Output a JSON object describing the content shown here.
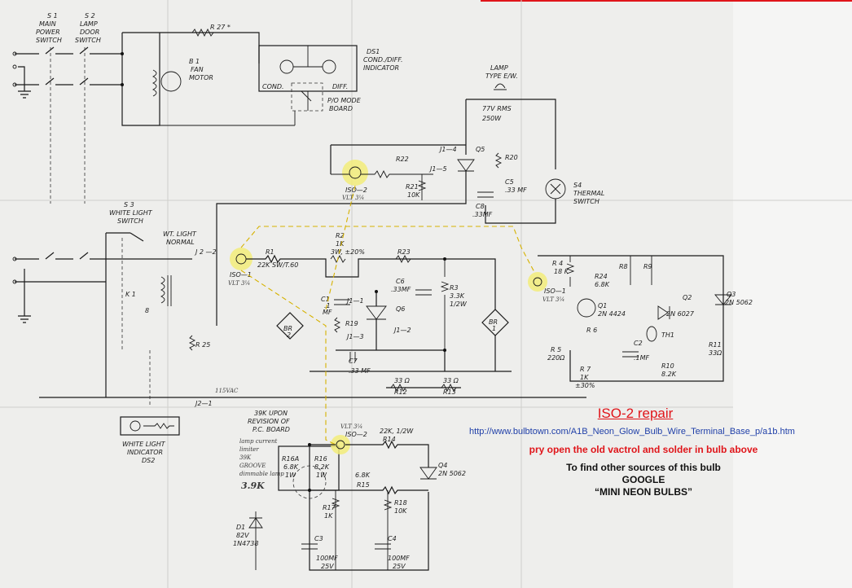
{
  "annotation": {
    "title": "ISO-2 repair",
    "url": "http://www.bulbtown.com/A1B_Neon_Glow_Bulb_Wire_Terminal_Base_p/a1b.htm",
    "instruction": "pry open the old vactrol and solder in bulb above",
    "sources_line1": "To find other sources of this bulb",
    "sources_line2": "GOOGLE",
    "sources_line3": "“MINI NEON BULBS”"
  },
  "colors": {
    "annotation_red": "#e0151a",
    "link_blue": "#1f3fa8",
    "highlight_yellow": "#f2ec7a",
    "dashed_path_yellow": "#d6b200",
    "wire": "#1a1a1a",
    "paper": "#eeeeec"
  },
  "schematic": {
    "s1": [
      "S 1",
      "MAIN",
      "POWER",
      "SWITCH"
    ],
    "s2": [
      "S 2",
      "LAMP",
      "DOOR",
      "SWITCH"
    ],
    "r27": "R 27 *",
    "b1": [
      "B 1",
      "FAN",
      "MOTOR"
    ],
    "ds1": [
      "DS1",
      "COND./DIFF.",
      "INDICATOR"
    ],
    "cond": "COND.",
    "diff": "DIFF.",
    "po_mode": [
      "P/O MODE",
      "BOARD"
    ],
    "lamp": [
      "LAMP",
      "TYPE E/W."
    ],
    "lamp_rating": [
      "77V RMS",
      "250W"
    ],
    "q5": "Q5",
    "r20": "R20",
    "c5": "C5",
    "c5_val": ".33 MF",
    "s4": [
      "S4",
      "THERMAL",
      "SWITCH"
    ],
    "j1_4": "J1—4",
    "j1_5": "J1—5",
    "r22": "R22",
    "r21": [
      "R21",
      "10K"
    ],
    "c8": [
      "C8",
      ".33MF"
    ],
    "iso2_top": "ISO—2",
    "iso2_top_hand": "VLT 3¼",
    "s3": [
      "S 3",
      "WHITE LIGHT",
      "SWITCH"
    ],
    "wt_light": [
      "WT. LIGHT",
      "NORMAL"
    ],
    "j2_2": "J 2 —2",
    "iso1_left": "ISO—1",
    "iso1_left_hand": "VLT 3¼",
    "r1": [
      "R1",
      "22K SW/T.60"
    ],
    "r2": [
      "R2",
      "1K",
      "3W, ±20%"
    ],
    "r23": "R23",
    "k1": "K 1",
    "k1_8": "8",
    "c1": [
      "C1",
      ".1",
      "MF"
    ],
    "c6": [
      "C6",
      ".33MF"
    ],
    "r3": [
      "R3",
      "3.3K",
      "1/2W"
    ],
    "br2": [
      "BR",
      "2"
    ],
    "br1": [
      "BR",
      "1"
    ],
    "q6": "Q6",
    "j1_1": "J1—1",
    "j1_2": "J1—2",
    "j1_3": "J1—3",
    "r19": "R19",
    "c7": [
      "C7",
      ".33 MF"
    ],
    "r12": [
      "33 Ω",
      "R12"
    ],
    "r13": [
      "33 Ω",
      "R13"
    ],
    "r25": "R 25",
    "j2_1": "J2—1",
    "j2_1_hand": "115VAC",
    "ds2": [
      "WHITE LIGHT",
      "INDICATOR",
      "DS2"
    ],
    "r4": [
      "R 4",
      "18 K"
    ],
    "r8": "R8",
    "r9": "R9",
    "iso1_right": "ISO—1",
    "iso1_right_hand": "VLT 3¼",
    "r24": [
      "R24",
      "6.8K"
    ],
    "q1": [
      "Q1",
      "2N 4424"
    ],
    "q2": [
      "Q2",
      "2N 6027"
    ],
    "q3": [
      "Q3",
      "2N 5062"
    ],
    "r5": [
      "R 5",
      "220Ω"
    ],
    "r6": "R 6",
    "c2": [
      "C2",
      ".1MF"
    ],
    "th1": "TH1",
    "r10": [
      "R10",
      "8.2K"
    ],
    "r11": [
      "R11",
      "33Ω"
    ],
    "r7": [
      "R 7",
      "1K",
      "±30%"
    ],
    "rev_note": [
      "39K UPON",
      "REVISION OF",
      "P.C. BOARD"
    ],
    "hand_note": [
      "lamp current",
      "limiter",
      "39K",
      "GROOVE",
      "dimmable lamp"
    ],
    "hand_value": "3.9K",
    "iso2_bottom": "ISO—2",
    "iso2_bottom_hand": "VLT 3¼",
    "r14": [
      "22K, 1/2W",
      "R14"
    ],
    "r16a": [
      "R16A",
      "6.8K",
      "1W"
    ],
    "r16": [
      "R16",
      "8.2K",
      "1W"
    ],
    "q4": [
      "Q4",
      "2N 5062"
    ],
    "r15": [
      "6.8K",
      "R15"
    ],
    "r17": [
      "R17",
      "1K"
    ],
    "r18": [
      "R18",
      "10K"
    ],
    "d1": [
      "D1",
      "82V",
      "1N4738"
    ],
    "c3": [
      "C3",
      "100MF",
      "25V"
    ],
    "c4": [
      "C4",
      "100MF",
      "25V"
    ]
  }
}
